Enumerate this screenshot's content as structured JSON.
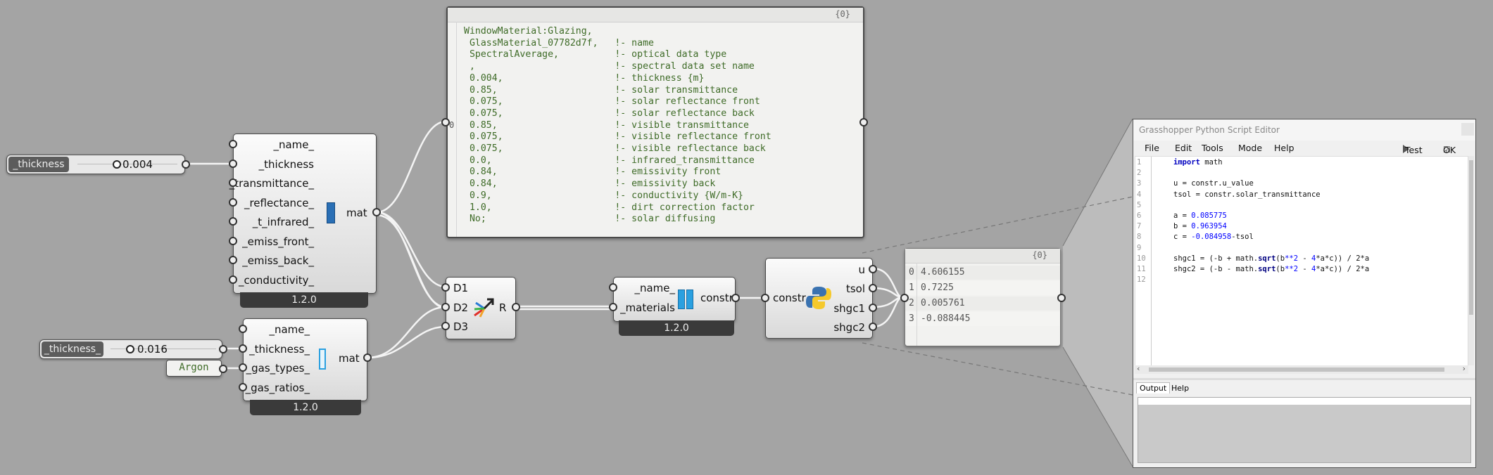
{
  "sliders": {
    "thickness1": {
      "label": "_thickness",
      "value": "0.004"
    },
    "thickness2": {
      "label": "_thickness_",
      "value": "0.016"
    }
  },
  "gas_panel": {
    "text": "Argon"
  },
  "glass_material": {
    "inputs": [
      "_name_",
      "_thickness",
      "_transmittance_",
      "_reflectance_",
      "_t_infrared_",
      "_emiss_front_",
      "_emiss_back_",
      "_conductivity_"
    ],
    "output": "mat",
    "version": "1.2.0"
  },
  "gas_material": {
    "inputs": [
      "_name_",
      "_thickness_",
      "_gas_types_",
      "_gas_ratios_"
    ],
    "output": "mat",
    "version": "1.2.0"
  },
  "merge": {
    "inputs": [
      "D1",
      "D2",
      "D3"
    ],
    "output": "R"
  },
  "construction": {
    "inputs": [
      "_name_",
      "_materials"
    ],
    "output": "constr",
    "version": "1.2.0"
  },
  "python_component": {
    "input": "constr",
    "outputs": [
      "u",
      "tsol",
      "shgc1",
      "shgc2"
    ]
  },
  "idf_panel": {
    "header": "{0}",
    "index": "0",
    "lines": [
      "WindowMaterial:Glazing,",
      " GlassMaterial_07782d7f,   !- name",
      " SpectralAverage,          !- optical data type",
      " ,                         !- spectral data set name",
      " 0.004,                    !- thickness {m}",
      " 0.85,                     !- solar transmittance",
      " 0.075,                    !- solar reflectance front",
      " 0.075,                    !- solar reflectance back",
      " 0.85,                     !- visible transmittance",
      " 0.075,                    !- visible reflectance front",
      " 0.075,                    !- visible reflectance back",
      " 0.0,                      !- infrared_transmittance",
      " 0.84,                     !- emissivity front",
      " 0.84,                     !- emissivity back",
      " 0.9,                      !- conductivity {W/m-K}",
      " 1.0,                      !- dirt correction factor",
      " No;                       !- solar diffusing"
    ]
  },
  "result_panel": {
    "header": "{0}",
    "rows": [
      {
        "index": "0",
        "value": "4.606155"
      },
      {
        "index": "1",
        "value": "0.7225"
      },
      {
        "index": "2",
        "value": "0.005761"
      },
      {
        "index": "3",
        "value": "-0.088445"
      }
    ]
  },
  "editor": {
    "title": "Grasshopper Python Script Editor",
    "menu": [
      "File",
      "Edit",
      "Tools",
      "Mode",
      "Help"
    ],
    "test_label": "Test",
    "ok_label": "OK",
    "line_numbers": [
      "1",
      "2",
      "3",
      "4",
      "5",
      "6",
      "7",
      "8",
      "9",
      "10",
      "11",
      "12"
    ],
    "code_lines": [
      "import math",
      "",
      "u = constr.u_value",
      "tsol = constr.solar_transmittance",
      "",
      "a = 0.085775",
      "b = 0.963954",
      "c = -0.084958-tsol",
      "",
      "shgc1 = (-b + math.sqrt(b**2 - 4*a*c)) / 2*a",
      "shgc2 = (-b - math.sqrt(b**2 - 4*a*c)) / 2*a",
      ""
    ],
    "tabs": [
      "Output",
      "Help"
    ]
  }
}
